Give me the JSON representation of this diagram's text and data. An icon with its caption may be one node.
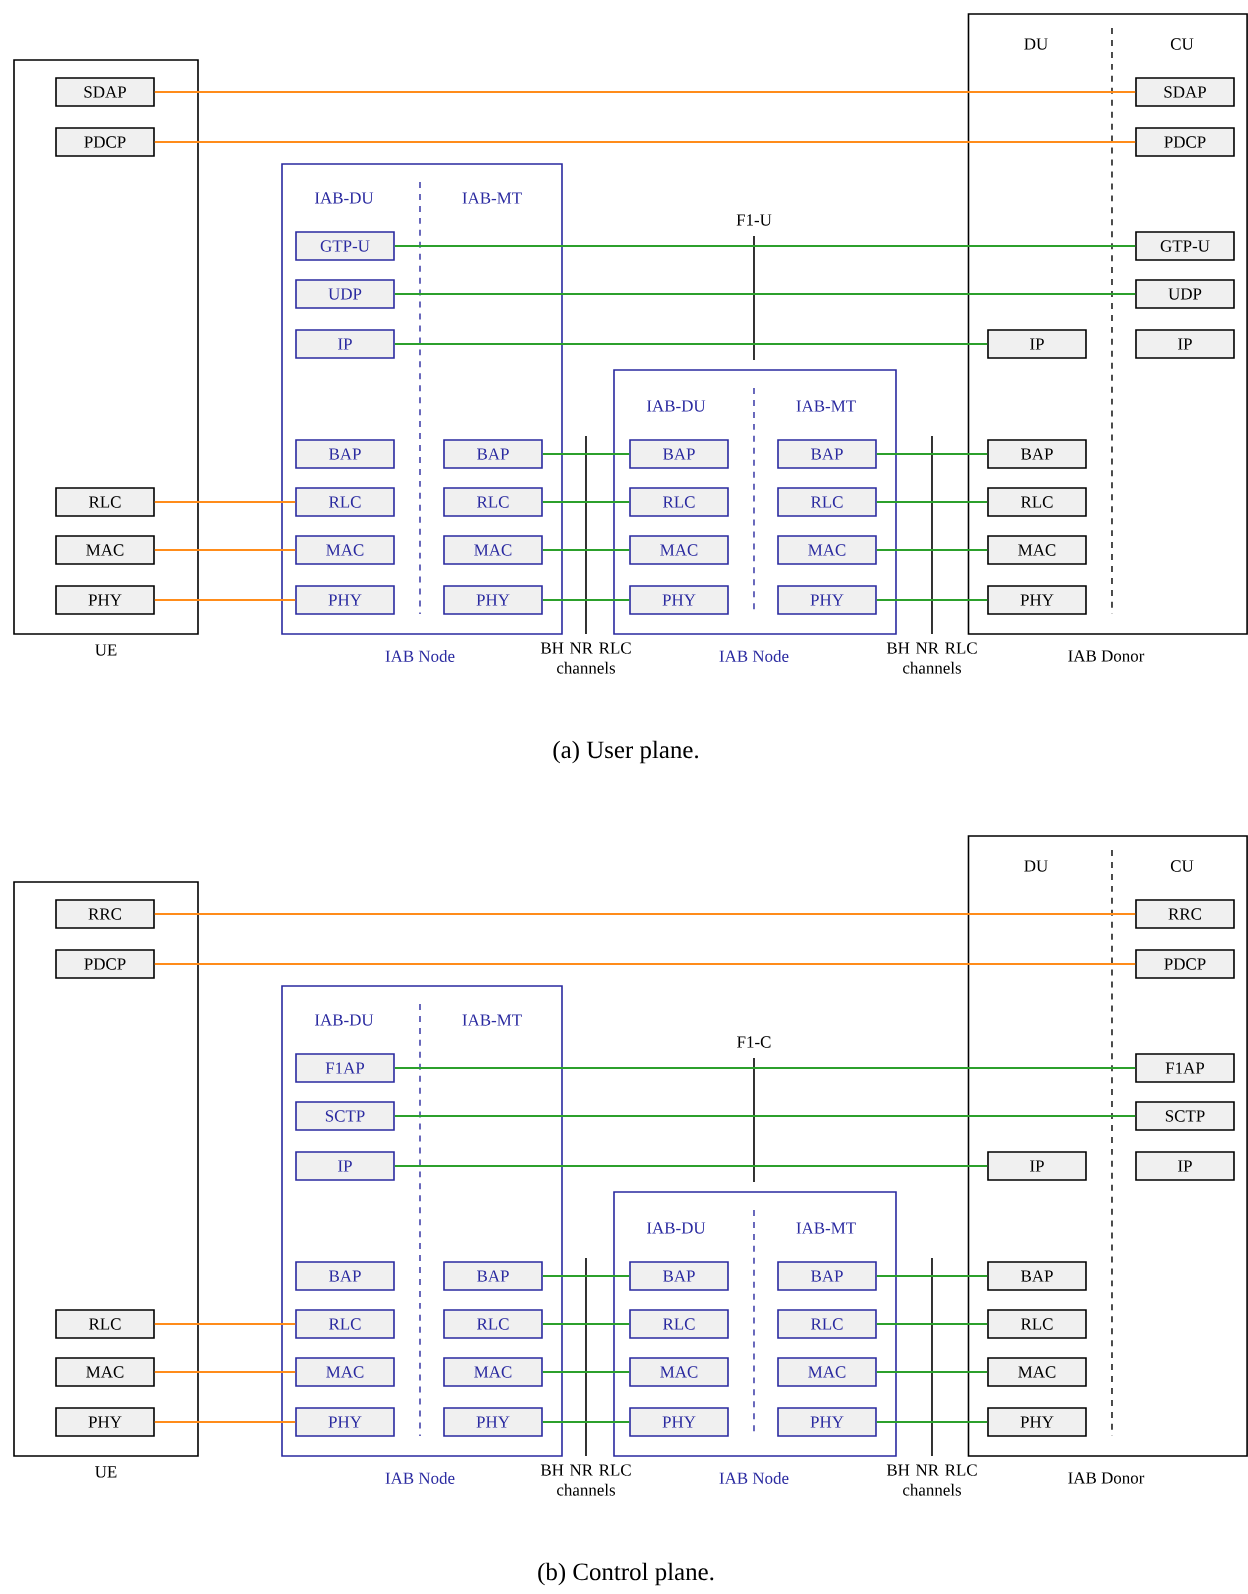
{
  "diagram": {
    "nodes": [
      {
        "text": [
          "UE"
        ]
      },
      {
        "text": [
          "SDAP"
        ],
        "in": 0
      },
      {
        "text": [
          "PDCP"
        ],
        "in": 0
      },
      {
        "text": [
          "RLC"
        ],
        "in": 0
      },
      {
        "text": [
          "MAC"
        ],
        "in": 0
      },
      {
        "text": [
          "PHY"
        ],
        "in": 0
      },
      {
        "text": [
          "IAB-DU",
          "IAB-MT",
          "IAB Node"
        ]
      },
      {
        "text": [
          "GTP-U"
        ],
        "in": 6
      },
      {
        "text": [
          "UDP"
        ],
        "in": 6
      },
      {
        "text": [
          "IP"
        ],
        "in": 6
      },
      {
        "text": [
          "BAP"
        ],
        "in": 6
      },
      {
        "text": [
          "BAP"
        ],
        "in": 6
      },
      {
        "text": [
          "RLC"
        ],
        "in": 6
      },
      {
        "text": [
          "RLC"
        ],
        "in": 6
      },
      {
        "text": [
          "MAC"
        ],
        "in": 6
      },
      {
        "text": [
          "MAC"
        ],
        "in": 6
      },
      {
        "text": [
          "PHY"
        ],
        "in": 6
      },
      {
        "text": [
          "PHY"
        ],
        "in": 6
      },
      {
        "text": [
          "IAB-DU",
          "IAB-MT",
          "IAB Node"
        ]
      },
      {
        "text": [
          "BAP"
        ],
        "in": 18
      },
      {
        "text": [
          "BAP"
        ],
        "in": 18
      },
      {
        "text": [
          "RLC"
        ],
        "in": 18
      },
      {
        "text": [
          "RLC"
        ],
        "in": 18
      },
      {
        "text": [
          "MAC"
        ],
        "in": 18
      },
      {
        "text": [
          "MAC"
        ],
        "in": 18
      },
      {
        "text": [
          "PHY"
        ],
        "in": 18
      },
      {
        "text": [
          "PHY"
        ],
        "in": 18
      },
      {
        "text": [
          "DU",
          "CU",
          "IAB Donor"
        ]
      },
      {
        "text": [
          "SDAP"
        ],
        "in": 27
      },
      {
        "text": [
          "PDCP"
        ],
        "in": 27
      },
      {
        "text": [
          "GTP-U"
        ],
        "in": 27
      },
      {
        "text": [
          "UDP"
        ],
        "in": 27
      },
      {
        "text": [
          "IP"
        ],
        "in": 27
      },
      {
        "text": [
          "IP"
        ],
        "in": 27
      },
      {
        "text": [
          "BAP"
        ],
        "in": 27
      },
      {
        "text": [
          "RLC"
        ],
        "in": 27
      },
      {
        "text": [
          "MAC"
        ],
        "in": 27
      },
      {
        "text": [
          "PHY"
        ],
        "in": 27
      },
      {
        "text": [
          "UE"
        ]
      },
      {
        "text": [
          "RRC"
        ],
        "in": 38
      },
      {
        "text": [
          "PDCP"
        ],
        "in": 38
      },
      {
        "text": [
          "RLC"
        ],
        "in": 38
      },
      {
        "text": [
          "MAC"
        ],
        "in": 38
      },
      {
        "text": [
          "PHY"
        ],
        "in": 38
      },
      {
        "text": [
          "IAB-DU",
          "IAB-MT",
          "IAB Node"
        ]
      },
      {
        "text": [
          "F1AP"
        ],
        "in": 44
      },
      {
        "text": [
          "SCTP"
        ],
        "in": 44
      },
      {
        "text": [
          "IP"
        ],
        "in": 44
      },
      {
        "text": [
          "BAP"
        ],
        "in": 44
      },
      {
        "text": [
          "BAP"
        ],
        "in": 44
      },
      {
        "text": [
          "RLC"
        ],
        "in": 44
      },
      {
        "text": [
          "RLC"
        ],
        "in": 44
      },
      {
        "text": [
          "MAC"
        ],
        "in": 44
      },
      {
        "text": [
          "MAC"
        ],
        "in": 44
      },
      {
        "text": [
          "PHY"
        ],
        "in": 44
      },
      {
        "text": [
          "PHY"
        ],
        "in": 44
      },
      {
        "text": [
          "IAB-DU",
          "IAB-MT",
          "IAB Node"
        ]
      },
      {
        "text": [
          "BAP"
        ],
        "in": 56
      },
      {
        "text": [
          "BAP"
        ],
        "in": 56
      },
      {
        "text": [
          "RLC"
        ],
        "in": 56
      },
      {
        "text": [
          "RLC"
        ],
        "in": 56
      },
      {
        "text": [
          "MAC"
        ],
        "in": 56
      },
      {
        "text": [
          "MAC"
        ],
        "in": 56
      },
      {
        "text": [
          "PHY"
        ],
        "in": 56
      },
      {
        "text": [
          "PHY"
        ],
        "in": 56
      },
      {
        "text": [
          "DU",
          "CU",
          "IAB Donor"
        ]
      },
      {
        "text": [
          "RRC"
        ],
        "in": 65
      },
      {
        "text": [
          "PDCP"
        ],
        "in": 65
      },
      {
        "text": [
          "F1AP"
        ],
        "in": 65
      },
      {
        "text": [
          "SCTP"
        ],
        "in": 65
      },
      {
        "text": [
          "IP"
        ],
        "in": 65
      },
      {
        "text": [
          "IP"
        ],
        "in": 65
      },
      {
        "text": [
          "BAP"
        ],
        "in": 65
      },
      {
        "text": [
          "RLC"
        ],
        "in": 65
      },
      {
        "text": [
          "MAC"
        ],
        "in": 65
      },
      {
        "text": [
          "PHY"
        ],
        "in": 65
      }
    ],
    "edges": [
      {
        "from": 1,
        "to": 28,
        "arrow": "none",
        "color": "#ff8c1a"
      },
      {
        "from": 2,
        "to": 29,
        "arrow": "none",
        "color": "#ff8c1a"
      },
      {
        "from": 3,
        "to": 12,
        "arrow": "none",
        "color": "#ff8c1a"
      },
      {
        "from": 4,
        "to": 14,
        "arrow": "none",
        "color": "#ff8c1a"
      },
      {
        "from": 5,
        "to": 16,
        "arrow": "none",
        "color": "#ff8c1a"
      },
      {
        "from": 7,
        "to": 30,
        "arrow": "none"
      },
      {
        "from": 8,
        "to": 31,
        "arrow": "none"
      },
      {
        "from": 9,
        "to": 32,
        "arrow": "none"
      },
      {
        "from": 11,
        "to": 19,
        "arrow": "none"
      },
      {
        "from": 13,
        "to": 21,
        "arrow": "none"
      },
      {
        "from": 15,
        "to": 23,
        "arrow": "none"
      },
      {
        "from": 17,
        "to": 25,
        "arrow": "none"
      },
      {
        "from": 20,
        "to": 34,
        "arrow": "none"
      },
      {
        "from": 22,
        "to": 35,
        "arrow": "none"
      },
      {
        "from": 24,
        "to": 36,
        "arrow": "none"
      },
      {
        "from": 26,
        "to": 37,
        "arrow": "none"
      },
      {
        "from": 39,
        "to": 66,
        "arrow": "none",
        "color": "#ff8c1a"
      },
      {
        "from": 40,
        "to": 67,
        "arrow": "none",
        "color": "#ff8c1a"
      },
      {
        "from": 41,
        "to": 50,
        "arrow": "none",
        "color": "#ff8c1a"
      },
      {
        "from": 42,
        "to": 52,
        "arrow": "none",
        "color": "#ff8c1a"
      },
      {
        "from": 43,
        "to": 54,
        "arrow": "none",
        "color": "#ff8c1a"
      },
      {
        "from": 45,
        "to": 68,
        "arrow": "none"
      },
      {
        "from": 46,
        "to": 69,
        "arrow": "none"
      },
      {
        "from": 47,
        "to": 70,
        "arrow": "none"
      },
      {
        "from": 49,
        "to": 57,
        "arrow": "none"
      },
      {
        "from": 51,
        "to": 59,
        "arrow": "none"
      },
      {
        "from": 53,
        "to": 61,
        "arrow": "none"
      },
      {
        "from": 55,
        "to": 63,
        "arrow": "none"
      },
      {
        "from": 58,
        "to": 72,
        "arrow": "none"
      },
      {
        "from": 60,
        "to": 73,
        "arrow": "none"
      },
      {
        "from": 62,
        "to": 74,
        "arrow": "none"
      },
      {
        "from": 64,
        "to": 75,
        "arrow": "none"
      }
    ],
    "labels": [
      "F1-U",
      "BH NR RLC channels",
      "BH NR RLC channels",
      "(a) User plane.",
      "F1-C",
      "BH NR RLC channels",
      "BH NR RLC channels",
      "(b) Control plane."
    ]
  }
}
